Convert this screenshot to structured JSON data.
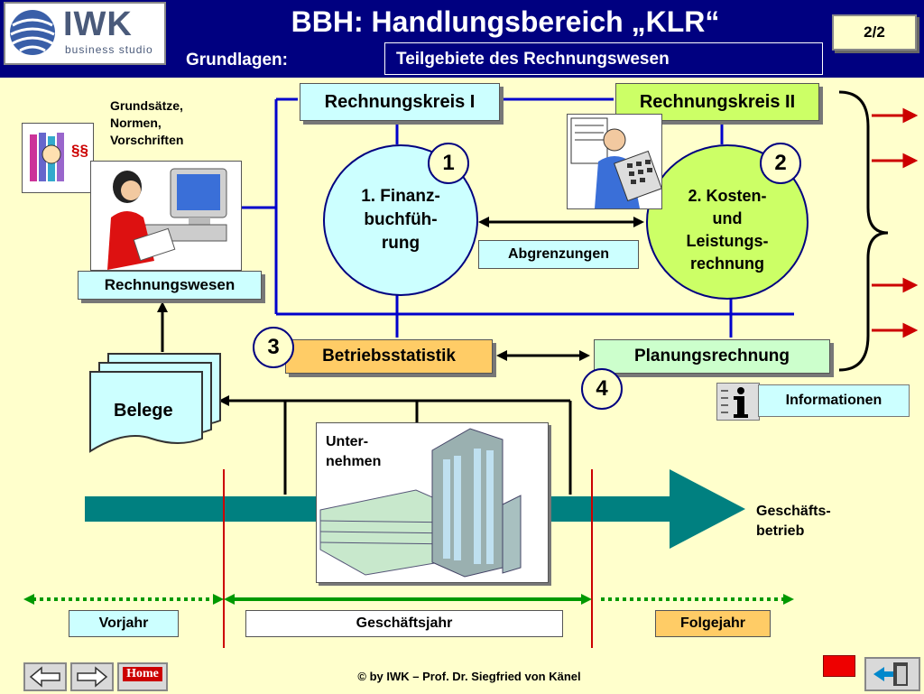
{
  "header": {
    "logo_main": "IWK",
    "logo_sub": "business studio",
    "title": "BBH: Handlungsbereich „KLR“",
    "subtitle_left": "Grundlagen:",
    "subtitle_box": "Teilgebiete des  Rechnungswesen",
    "page": "2/2"
  },
  "diagram": {
    "rechnungskreis1": "Rechnungskreis I",
    "rechnungskreis2": "Rechnungskreis II",
    "grundsaetze": [
      "Grundsätze,",
      "Normen,",
      "Vorschriften"
    ],
    "paragraph_symbol": "§§",
    "rechnungswesen": "Rechnungswesen",
    "circle1": [
      "1. Finanz-",
      "buchfüh-",
      "rung"
    ],
    "circle2": [
      "2. Kosten-",
      "und",
      "Leistungs-",
      "rechnung"
    ],
    "badge1": "1",
    "badge2": "2",
    "badge3": "3",
    "badge4": "4",
    "abgrenzungen": "Abgrenzungen",
    "betriebsstatistik": "Betriebsstatistik",
    "planungsrechnung": "Planungsrechnung",
    "informationen": "Informationen",
    "belege": "Belege",
    "unternehmen": [
      "Unter-",
      "nehmen"
    ],
    "geschaeftsbetrieb": [
      "Geschäfts-",
      "betrieb"
    ]
  },
  "timeline": {
    "vorjahr": "Vorjahr",
    "geschaeftsjahr": "Geschäftsjahr",
    "folgejahr": "Folgejahr"
  },
  "footer": {
    "copyright": "© by IWK – Prof. Dr. Siegfried von Känel",
    "home_label": "Home"
  },
  "colors": {
    "header_bg": "#000080",
    "page_bg": "#ffffcc",
    "rk1_bg": "#ccffff",
    "rk2_bg": "#ccff66",
    "box_orange": "#ffcc66",
    "box_green": "#ccffcc",
    "teal": "#008080",
    "red": "#cc0000",
    "green_dotted": "#009900"
  }
}
